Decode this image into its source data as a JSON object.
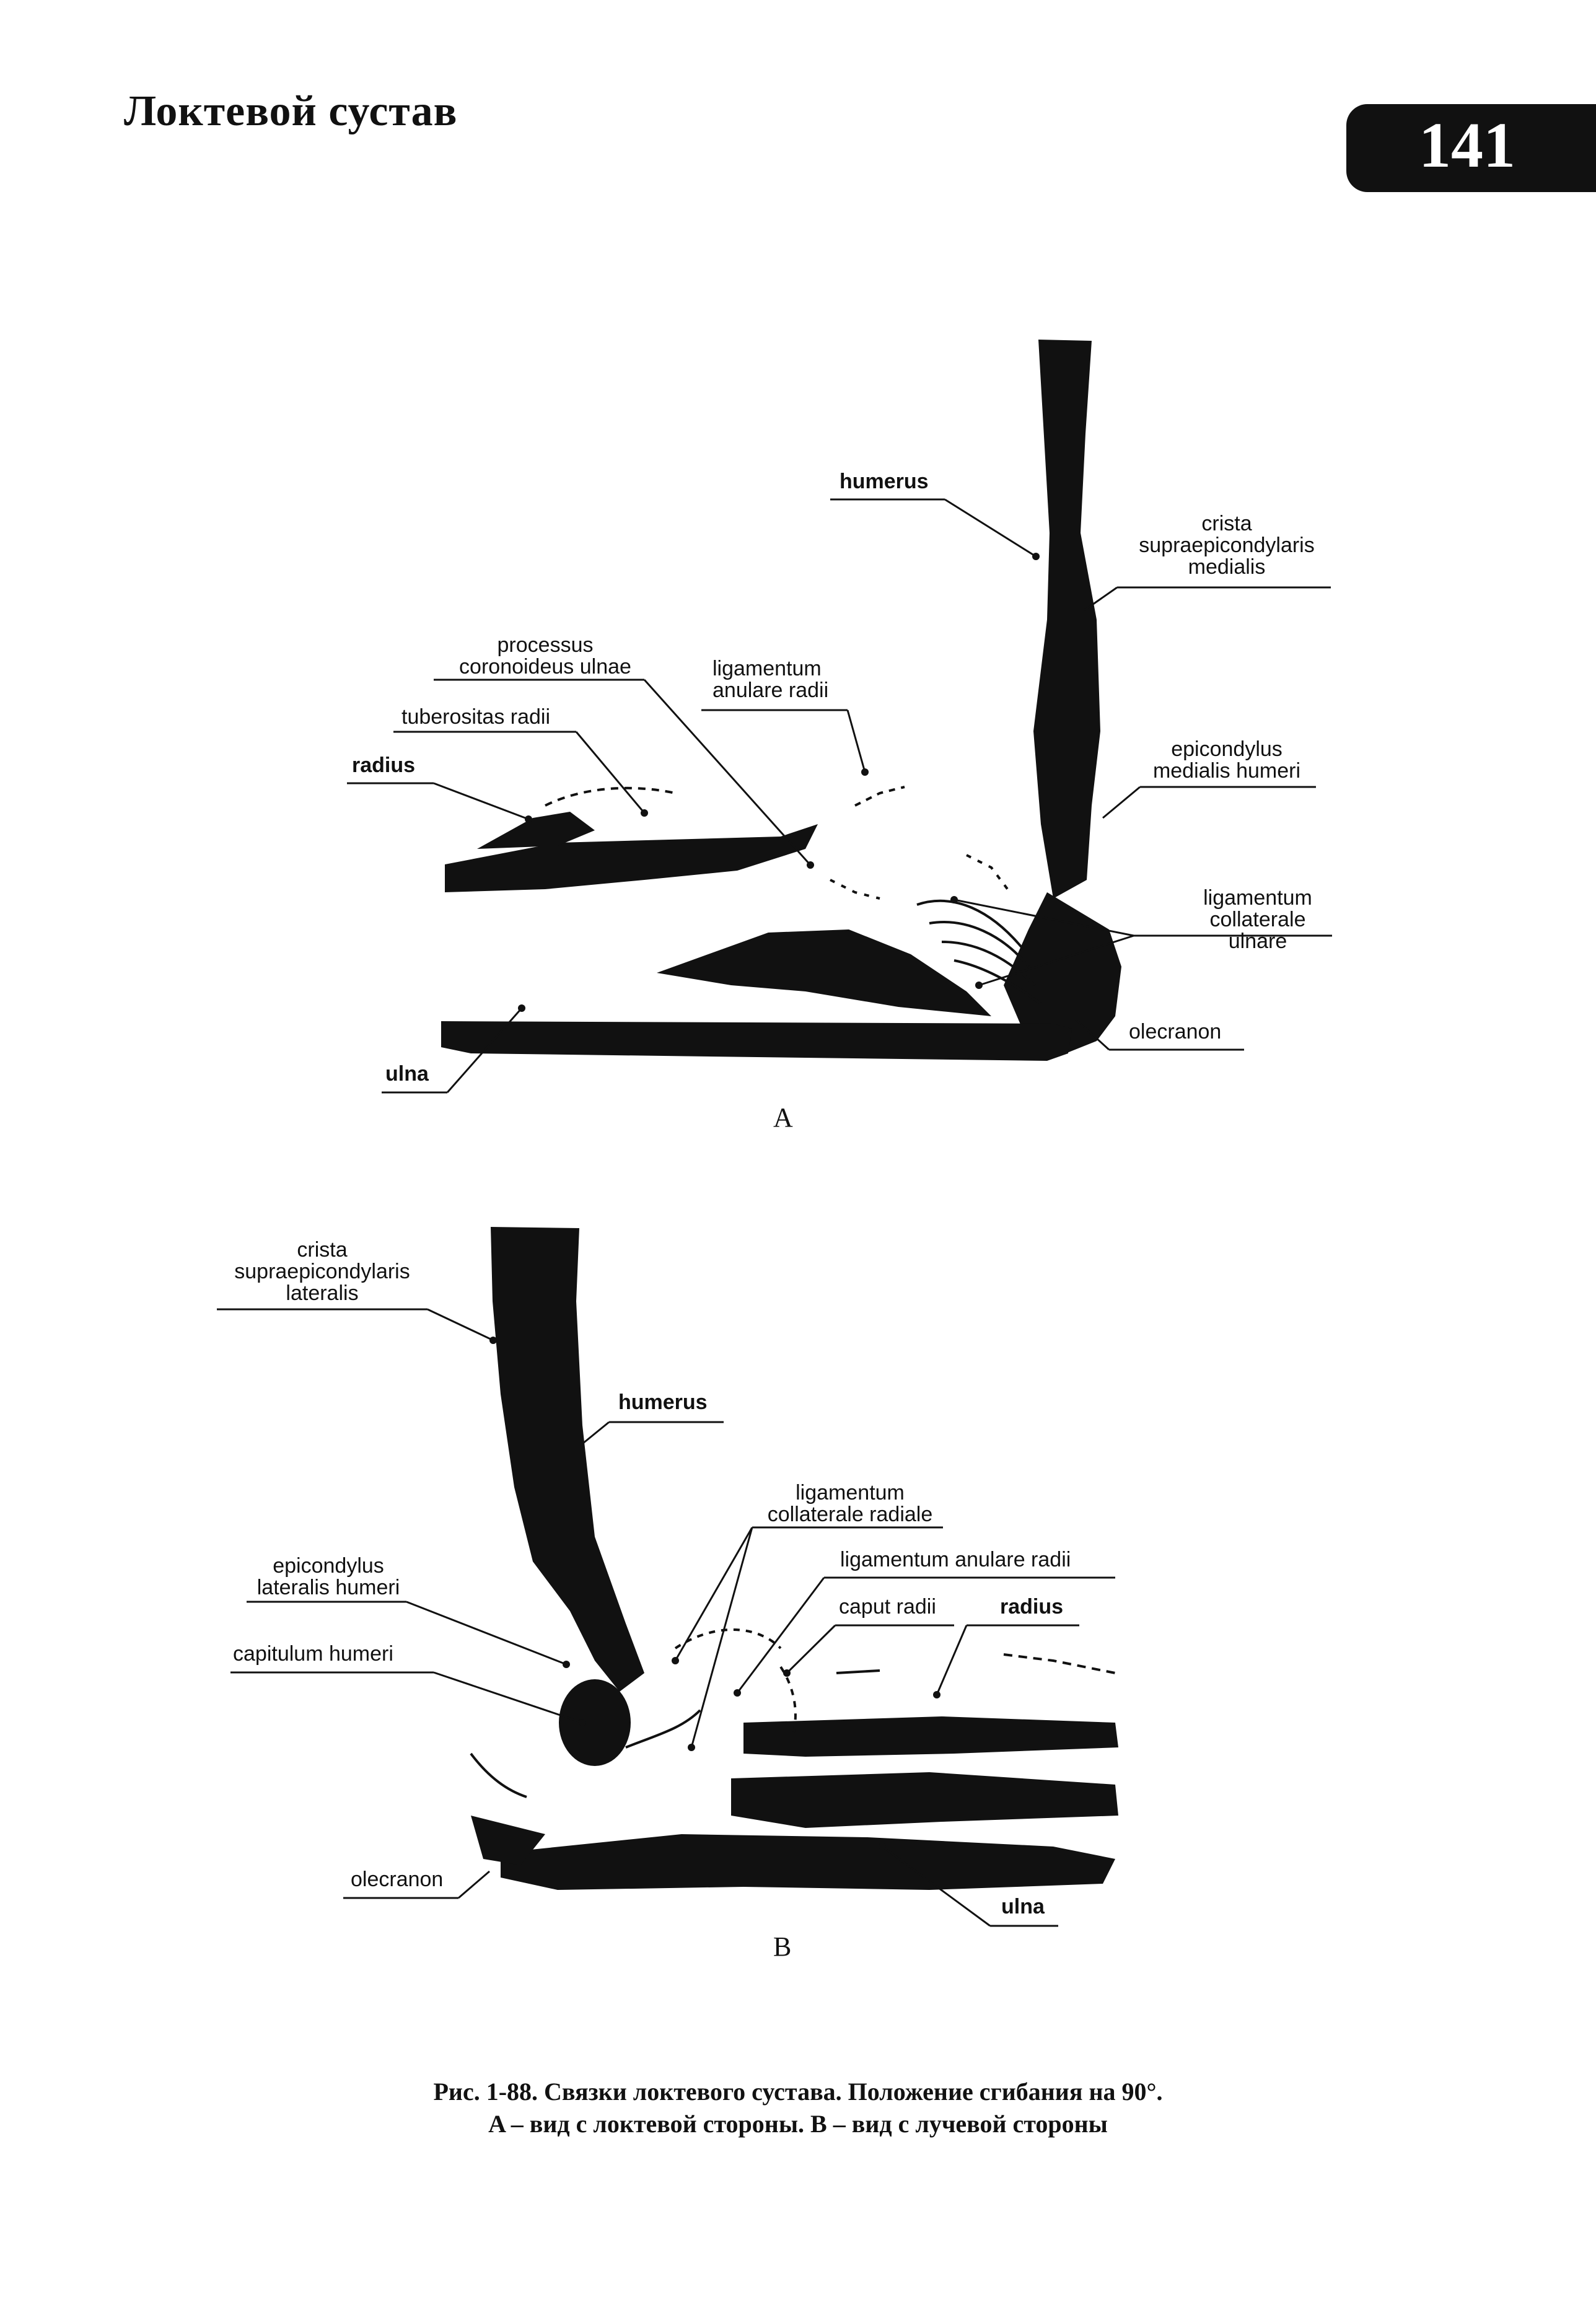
{
  "header": {
    "running_head": "Локтевой сустав",
    "page_number": "141"
  },
  "figure_a": {
    "letter": "A",
    "labels": {
      "humerus": "humerus",
      "crista_medialis": "crista\nsupraepicondylaris\nmedialis",
      "processus_coronoideus": "processus\ncoronoideus ulnae",
      "ligamentum_anulare": "ligamentum\nanulare radii",
      "tuberositas_radii": "tuberositas radii",
      "radius": "radius",
      "epicondylus_medialis": "epicondylus\nmedialis humeri",
      "ligamentum_collaterale_ulnare": "ligamentum\ncollaterale ulnare",
      "olecranon": "olecranon",
      "ulna": "ulna"
    }
  },
  "figure_b": {
    "letter": "B",
    "labels": {
      "crista_lateralis": "crista\nsupraepicondylaris\nlateralis",
      "humerus": "humerus",
      "ligamentum_collaterale_radiale": "ligamentum\ncollaterale radiale",
      "ligamentum_anulare": "ligamentum anulare radii",
      "epicondylus_lateralis": "epicondylus\nlateralis humeri",
      "caput_radii": "caput radii",
      "radius": "radius",
      "capitulum_humeri": "capitulum humeri",
      "olecranon": "olecranon",
      "ulna": "ulna"
    }
  },
  "caption": {
    "line1": "Рис. 1-88. Связки локтевого сустава. Положение сгибания на 90°.",
    "line2": "A – вид с локтевой стороны. B – вид с лучевой стороны"
  }
}
